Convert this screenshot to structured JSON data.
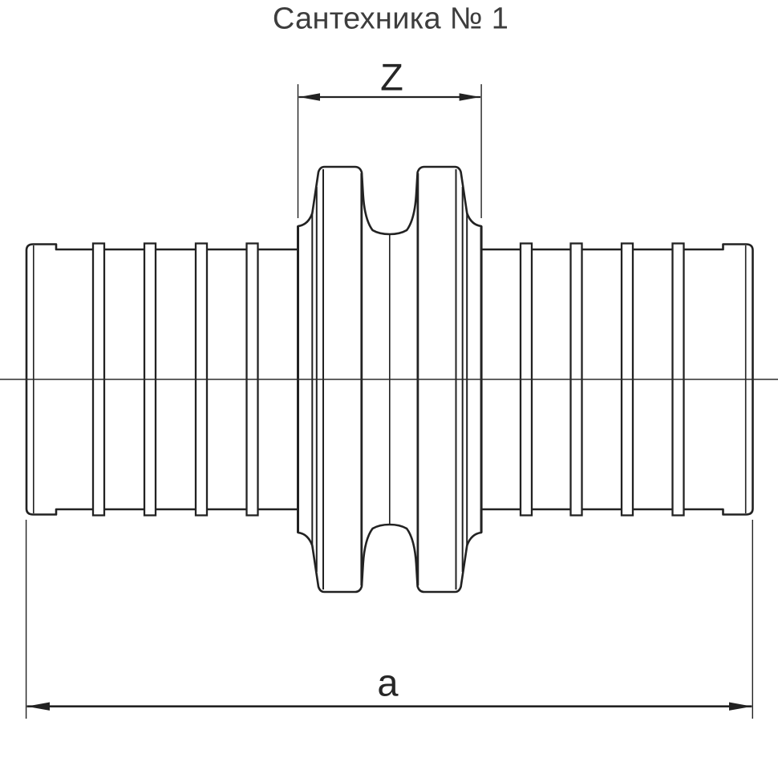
{
  "title": "Сантехника № 1",
  "drawing": {
    "type": "pipe-coupling side view",
    "dimension_groove_label": "Z",
    "dimension_overall_label": "a"
  },
  "style": {
    "line_color": "#222222",
    "title_color": "#3d3d3d",
    "label_color": "#262626",
    "background": "#ffffff"
  }
}
